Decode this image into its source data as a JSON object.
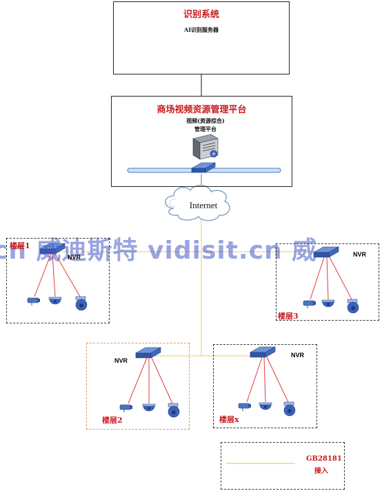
{
  "recognition": {
    "title": "识别系统",
    "server_label": "AI识别服务器"
  },
  "platform": {
    "title": "商场视频资源管理平台",
    "server_label_line1": "视频(资源综合)",
    "server_label_line2": "管理平台"
  },
  "cloud": {
    "label": "Internet"
  },
  "watermark": "cn 威迪斯特 vidisit.cn 威",
  "floors": [
    {
      "label": "楼层1",
      "device": "NVR"
    },
    {
      "label": "楼层3",
      "device": "NVR"
    },
    {
      "label": "楼层2",
      "device": "NVR"
    },
    {
      "label": "楼层x",
      "device": "NVR"
    }
  ],
  "legend": {
    "line1": "GB28181",
    "line2": "接入",
    "line_color": "#f0d678"
  },
  "colors": {
    "title_red": "#c8191d",
    "link_red": "#e23a3a",
    "device_blue": "#3d63b8",
    "network_line": "#f0d678"
  }
}
